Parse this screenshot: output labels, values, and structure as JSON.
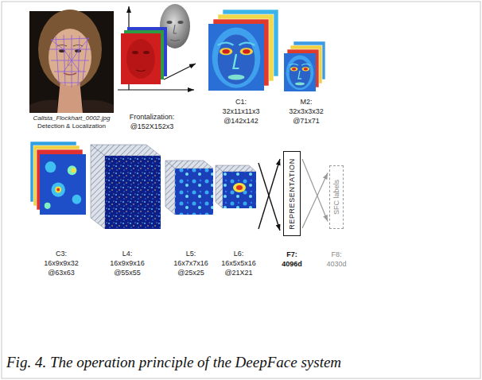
{
  "diagram": {
    "caption": "Fig. 4. The operation principle of the DeepFace system",
    "nodes": [
      {
        "text": [
          "REPRESENTATION",
          "F7: 4096d"
        ]
      },
      {
        "text": [
          "SFC labels",
          "F8: 4030d"
        ]
      }
    ],
    "edges": [
      {
        "from": 0,
        "to": 1,
        "arrow": "to"
      }
    ],
    "labels": [
      "Calista_Flockhart_0002.jpg",
      "Detection & Localization",
      "Frontalization: @152X152x3",
      "C1: 32x11x11x3 @142x142",
      "M2: 32x3x3x32 @71x71",
      "C3: 16x9x9x32 @63x63",
      "L4: 16x9x9x16 @55x55",
      "L5: 16x7x7x16 @25x25",
      "L6: 16x5x5x16 @21X21"
    ]
  }
}
